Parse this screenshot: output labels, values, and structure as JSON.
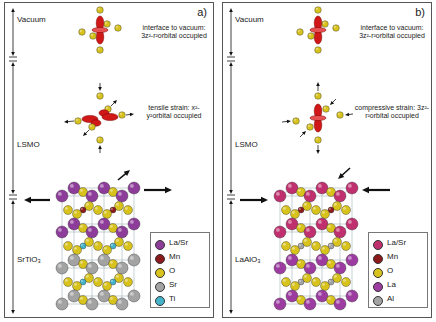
{
  "diagram": {
    "nodes": [
      {
        "text": [
          "a)"
        ]
      },
      {
        "text": [
          "b)"
        ]
      }
    ],
    "labels": [
      "Vacuum",
      "interface to vacuum: 3z²-r²orbital occupied",
      "LSMO",
      "tensile strain: x²-y²orbital occupied",
      "SrTiO₃",
      "Vacuum",
      "interface to vacuum: 3z²-r²orbital occupied",
      "LSMO",
      "compressive strain: 3z²-r²orbital occupied",
      "LaAlO₃"
    ],
    "legend": [
      {
        "text": "La/Sr",
        "color": "#8e3c9a"
      },
      {
        "text": "Mn",
        "color": "#8b1a1a"
      },
      {
        "text": "O",
        "color": "#d8c21c"
      },
      {
        "text": "Sr",
        "color": "#a3a3a3"
      },
      {
        "text": "Ti",
        "color": "#43b3cc"
      },
      {
        "text": "La/Sr",
        "color": "#c0306e"
      },
      {
        "text": "Mn",
        "color": "#8b1a1a"
      },
      {
        "text": "O",
        "color": "#d8c21c"
      },
      {
        "text": "La",
        "color": "#9c3ca0"
      },
      {
        "text": "Al",
        "color": "#a3a3a3"
      }
    ]
  }
}
